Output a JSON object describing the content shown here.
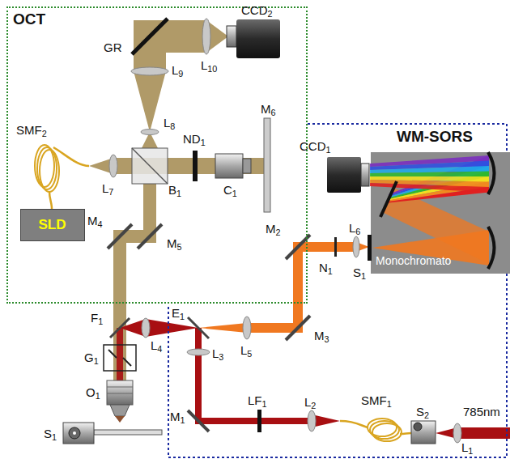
{
  "diagram": {
    "nodes": [
      {
        "text": [
          "OCT"
        ]
      },
      {
        "text": [
          "WM-SORS"
        ]
      },
      {
        "text": [
          "SLD"
        ],
        "in": 0
      },
      {
        "text": [
          "Monochromato"
        ],
        "in": 1
      }
    ],
    "labels": [
      "GR",
      "CCD2",
      "L9",
      "L10",
      "L8",
      "ND1",
      "M6",
      "SMF2",
      "L7",
      "B1",
      "C1",
      "M4",
      "M5",
      "CCD1",
      "M2",
      "L6",
      "N1",
      "S1",
      "F1",
      "L4",
      "E1",
      "L5",
      "M3",
      "G1",
      "L3",
      "O1",
      "S1",
      "M1",
      "LF1",
      "L2",
      "SMF1",
      "S2",
      "785nm",
      "L1"
    ]
  }
}
